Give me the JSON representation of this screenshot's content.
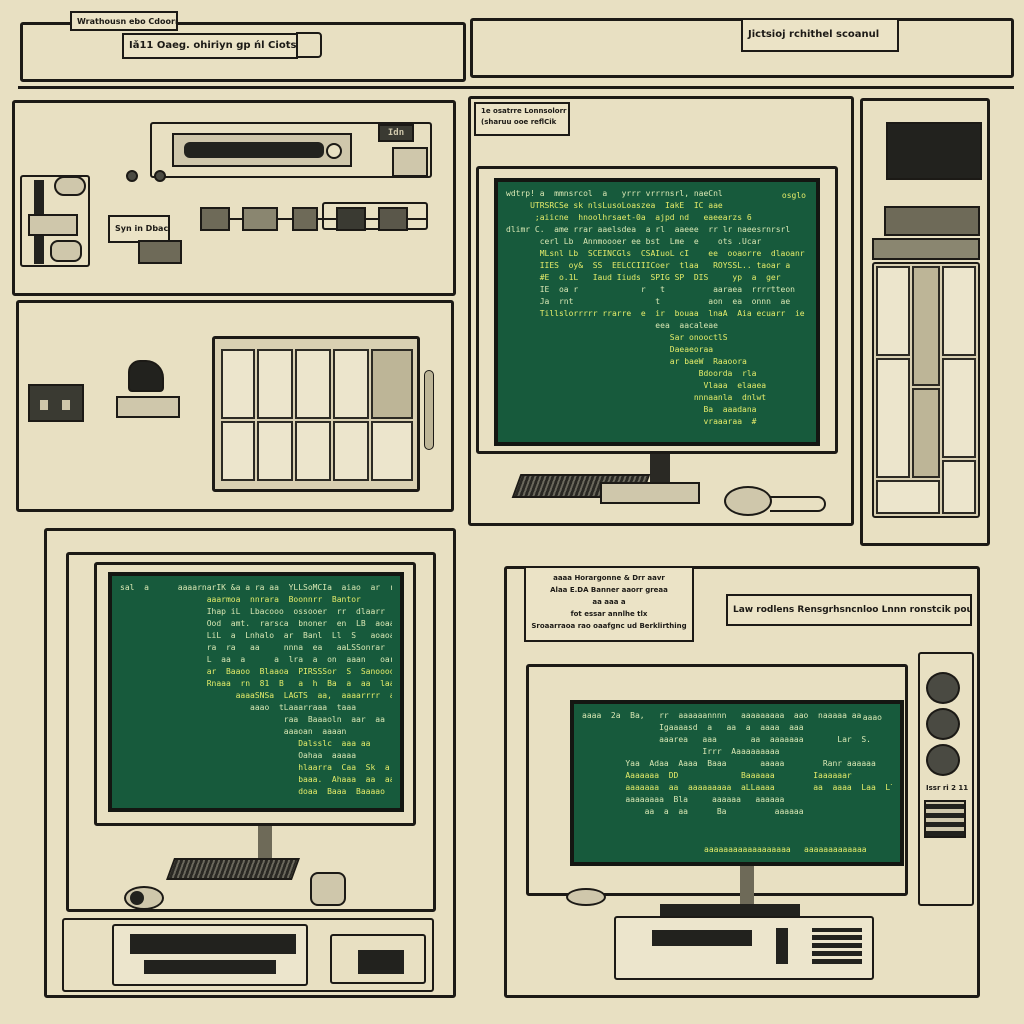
{
  "top_bar": {
    "tab_label": "Wrathousn ebo Cdoorrs",
    "address_field": "Iǎ11 Oaeg. ohiriyn gp ńl Ciots",
    "right_label": "Jictsioj rchithel scoanul"
  },
  "panel_top_left": {
    "node_label": "Syn in Dbaco!",
    "slot_label": "Idn"
  },
  "panel_top_middle": {
    "tag_line_1": "1e osatrre Lonnsolorr",
    "tag_line_2": "(sharuu ooe reflCik",
    "screen_lines": [
      {
        "text": "wdtrp! a  mmnsrcol  a   yrrr vrrrnsrl, naeCnl",
        "accent": false
      },
      {
        "text": "     UTRSRCSe sk nlsLusoLoaszea  IakE  IC aae",
        "accent": true
      },
      {
        "text": "      ;aiicne  hnoolhrsaet-0a  ajpd nd   eaeearzs 6",
        "accent": true
      },
      {
        "text": "dlimr C.  ame rrar aaelsdea  a rl  aaeee  rr lr naeesrnrsrl",
        "accent": false
      },
      {
        "text": "       cerl Lb  Annmoooer ee bst  Lme  e    ots .Ucar",
        "accent": false
      },
      {
        "text": "       MLsnl Lb  SCEINCGls  CSAIuoL cI    ee  ooaorre  dlaoanr",
        "accent": true
      },
      {
        "text": "       IIES  oy&  SS  EELCCIIICoer  tlaa   ROYSSL.. taoar a",
        "accent": true
      },
      {
        "text": "       #E  o.1L   Iaud Iiuds  SPIG SP  DIS     yp  a  ger",
        "accent": true
      },
      {
        "text": "       IE  oa r             r   t          aaraea  rrrrtteon",
        "accent": false
      },
      {
        "text": "       Ja  rnt                 t          aon  ea  onnn  ae",
        "accent": false
      },
      {
        "text": "       Tillslorrrrr rrarre  e  ir  bouaa  lnaA  Aia ecuarr  ie ra",
        "accent": true
      },
      {
        "text": "                               eea  aacaleae",
        "accent": false
      },
      {
        "text": "                                  Sar onooctlS",
        "accent": true
      },
      {
        "text": "                                  Daeaeoraa",
        "accent": true
      },
      {
        "text": "                                  ar baeW  Raaoora",
        "accent": true
      },
      {
        "text": "                                        Bdoorda  rla",
        "accent": true
      },
      {
        "text": "                                         Vlaaa  elaaea",
        "accent": true
      },
      {
        "text": "                                       nnnaanla  dnlwt",
        "accent": true
      },
      {
        "text": "                                         Ba  aaadana",
        "accent": true
      },
      {
        "text": "                                         vraaaraa  #",
        "accent": true
      }
    ],
    "screen_corner": "osglo"
  },
  "panel_bottom_left": {
    "screen_lines": [
      {
        "text": "sal  a      aaaarnarIK &a a ra aa  YLLSoMCIa  aiao  ar  rcGa",
        "accent": false
      },
      {
        "text": "                  aaarmoa  nnrara  Boonnrr  Bantor",
        "accent": true
      },
      {
        "text": "                  Ihap iL  Lbacooo  ossooer  rr  dlaarr  a  aaooonr",
        "accent": false
      },
      {
        "text": "                  Ood  amt.  rarsca  bnoner  en  LB  aoaae",
        "accent": false
      },
      {
        "text": "                  LiL  a  Lnhalo  ar  Banl  Ll  S   aoaoaoon  aa",
        "accent": false
      },
      {
        "text": "                  ra  ra   aa     nnna  ea   aaLSSonrar",
        "accent": false
      },
      {
        "text": "                  L  aa  a      a  lra  a  on  aaan   oaraarnr",
        "accent": false
      },
      {
        "text": "                  ar  Baaoo  Blaaoa  PIRSSSor  S  Sanoooor  a",
        "accent": true
      },
      {
        "text": "                  Rnaaa  rn  81  B   a  h  Ba  a  aa  laaa  aa  aaaaa",
        "accent": true
      },
      {
        "text": "                        aaaaSNSa  LAGTS  aa,  aaaarrrr  ar  aa",
        "accent": true
      },
      {
        "text": "                           aaao  tLaaarraaa  taaa",
        "accent": false
      },
      {
        "text": "                                  raa  Baaaoln  aar  aa",
        "accent": false
      },
      {
        "text": "                                  aaaoan  aaaan",
        "accent": false
      },
      {
        "text": "                                     Dalsslc  aaa aa",
        "accent": true
      },
      {
        "text": "                                     Oahaa  aaaaa",
        "accent": false
      },
      {
        "text": "                                     hlaarra  Caa  Sk  a",
        "accent": true
      },
      {
        "text": "                                     baaa.  Ahaaa  aa  aa  aa",
        "accent": true
      },
      {
        "text": "                                     doaa  Baaa  Baaaao  bnaor",
        "accent": true
      }
    ]
  },
  "panel_bottom_right": {
    "note_line_1": "aaaa Horargonne & Drr aavr",
    "note_line_2": "Alaa E.DA Banner  aaorr greaa",
    "note_line_3": "aa  aaa  a",
    "note_line_4": "fot essar  annlhe  tlx",
    "note_line_5": "Sroaarraoa  rao  oaafgnc  ud  Berklirthing",
    "banner_text": "Law  rodlens  Rensgrhsncnloo  Lnnn  ronstcik  pous",
    "screen_lines": [
      {
        "text": "aaaa  2a  Ba,   rr  aaaaaannnn   aaaaaaaaa  aao  naaaaa aa",
        "accent": false
      },
      {
        "text": "                Igaaaasd  a   aa  a  aaaa  aaa",
        "accent": false
      },
      {
        "text": "                aaarea   aaa       aa  aaaaaaa       Lar  S.",
        "accent": false
      },
      {
        "text": "                         Irrr  Aaaaaaaaaa",
        "accent": false
      },
      {
        "text": "         Yaa  Adaa  Aaaa  Baaa       aaaaa        Ranr aaaaaa",
        "accent": false
      },
      {
        "text": "         Aaaaaaa  DD             Baaaaaa        Iaaaaaar",
        "accent": true
      },
      {
        "text": "         aaaaaaa  aa  aaaaaaaaa  aLLaaaa        aa  aaaa  Laa  Lla",
        "accent": true
      },
      {
        "text": "         aaaaaaaa  Bla     aaaaaa   aaaaaa",
        "accent": false
      },
      {
        "text": "             aa  a  aa      Ba          aaaaaa",
        "accent": false
      }
    ],
    "screen_corner": "aaao",
    "screen_footer_1": "aaaaaaaaaaaaaaaaaa",
    "screen_footer_2": "aaaaaaaaaaaaa",
    "tower_label": "Issr  ri  2  11"
  },
  "colors": {
    "paper": "#e8e0c2",
    "ink": "#1c1a16",
    "screen_green": "#175a3c",
    "screen_text": "#d9e8b4",
    "screen_accent": "#e4ec6a"
  }
}
